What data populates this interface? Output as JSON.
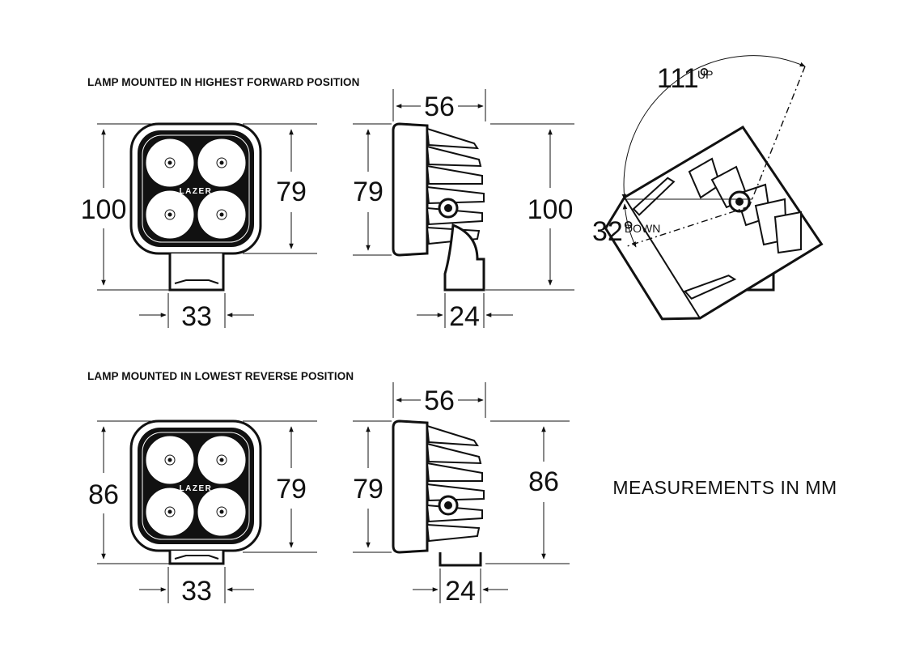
{
  "headings": {
    "top": "LAMP MOUNTED IN HIGHEST FORWARD POSITION",
    "bottom": "LAMP MOUNTED IN LOWEST REVERSE POSITION"
  },
  "top_row": {
    "front_height": "100",
    "front_body_height": "79",
    "front_mount_width": "33",
    "side_width": "56",
    "side_body_height": "79",
    "side_height": "100",
    "side_mount_width": "24"
  },
  "bottom_row": {
    "front_height": "86",
    "front_body_height": "79",
    "front_mount_width": "33",
    "side_width": "56",
    "side_body_height": "79",
    "side_height": "86",
    "side_mount_width": "24"
  },
  "tilt": {
    "up_angle": "111°",
    "up_label": "UP",
    "down_angle": "32°",
    "down_label": "DOWN"
  },
  "logo_text": "LAZER",
  "units_note": "MEASUREMENTS IN MM"
}
